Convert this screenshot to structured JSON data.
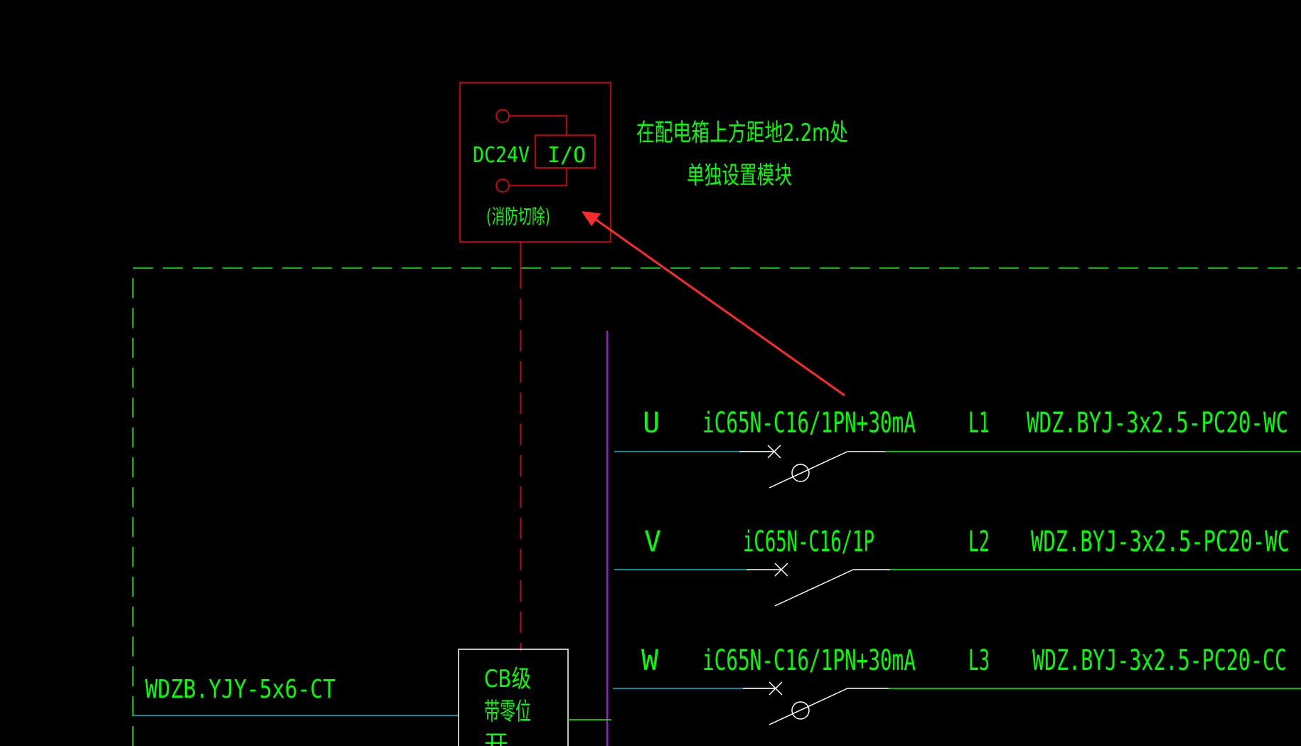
{
  "colors": {
    "background": "#000000",
    "text": "#00ff00",
    "wire_green": "#00ff00",
    "wire_cyan": "#00bcd4",
    "frame_red": "#ff0000",
    "arrow_red": "#ff2a2a",
    "busbar_magenta": "#c000ff",
    "white": "#ffffff",
    "dashed_green": "#00ff00"
  },
  "module": {
    "voltage_label": "DC24V",
    "io_label": "I/O",
    "function_label": "(消防切除)"
  },
  "note": {
    "line1": "在配电箱上方距地2.2m处",
    "line2": "单独设置模块"
  },
  "incoming": {
    "cable_label": "WDZB.YJY-5x6-CT",
    "breaker_label_line1": "CB级",
    "breaker_label_line2": "带零位",
    "breaker_label_line3": "开"
  },
  "circuits": [
    {
      "phase": "U",
      "breaker": "iC65N-C16/1PN+30mA",
      "circuit_id": "L1",
      "cable": "WDZ.BYJ-3x2.5-PC20-WC",
      "rcd": true
    },
    {
      "phase": "V",
      "breaker": "iC65N-C16/1P",
      "circuit_id": "L2",
      "cable": "WDZ.BYJ-3x2.5-PC20-WC",
      "rcd": false
    },
    {
      "phase": "W",
      "breaker": "iC65N-C16/1PN+30mA",
      "circuit_id": "L3",
      "cable": "WDZ.BYJ-3x2.5-PC20-CC",
      "rcd": true
    }
  ]
}
